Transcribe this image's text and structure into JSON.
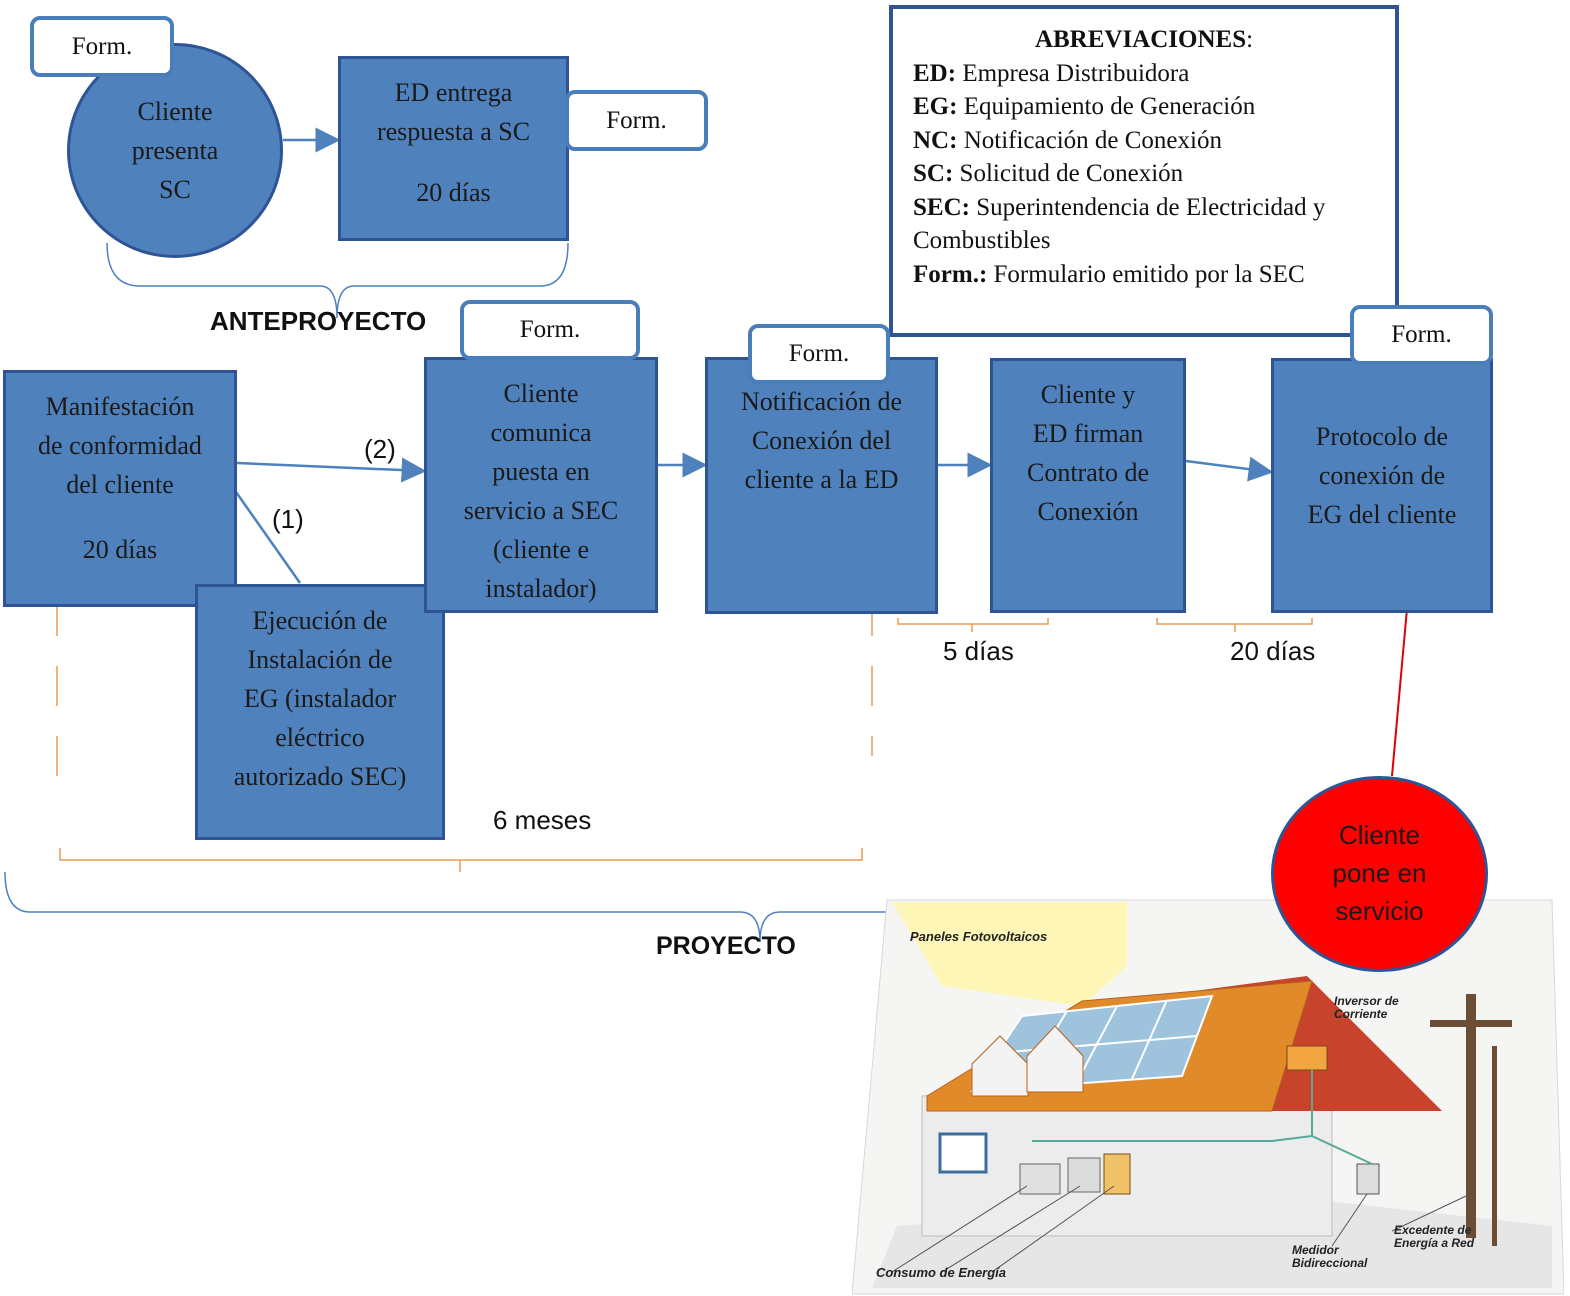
{
  "form_label": "Form.",
  "anteproyecto": {
    "label": "ANTEPROYECTO",
    "circle_text": "Cliente\npresenta\nSC",
    "ed_box_text": "ED entrega\nrespuesta a SC",
    "ed_box_days": "20 días"
  },
  "abreviaciones": {
    "title": "ABREVIACIONES",
    "items": [
      {
        "key": "ED:",
        "value": " Empresa Distribuidora"
      },
      {
        "key": "EG:",
        "value": " Equipamiento de Generación"
      },
      {
        "key": "NC:",
        "value": " Notificación de Conexión"
      },
      {
        "key": "SC:",
        "value": " Solicitud de Conexión"
      },
      {
        "key": "SEC:",
        "value": " Superintendencia de Electricidad y Combustibles"
      },
      {
        "key": "Form.:",
        "value": " Formulario emitido por la SEC"
      }
    ]
  },
  "proyecto": {
    "label": "PROYECTO",
    "manifestacion": "Manifestación\nde conformidad\ndel cliente",
    "manifestacion_days": "20 días",
    "ejecucion": "Ejecución de\nInstalación de\nEG (instalador\neléctrico\nautorizado SEC)",
    "comunica": "Cliente\ncomunica\npuesta en\nservicio a SEC\n(cliente e\ninstalador)",
    "notificacion": "Notificación de\nConexión del\ncliente a la ED",
    "contrato": "Cliente y\nED firman\nContrato de\nConexión",
    "protocolo": "Protocolo de\nconexión de\nEG del cliente",
    "arrow_1": "(1)",
    "arrow_2": "(2)",
    "dias_5": "5 días",
    "dias_20": "20 días",
    "meses_6": "6 meses",
    "pone_servicio": "Cliente\npone en\nservicio"
  },
  "house": {
    "paneles": "Paneles Fotovoltaicos",
    "inversor": "Inversor de\nCorriente",
    "excedente": "Excedente de\nEnergía a Red",
    "medidor": "Medidor\nBidireccional",
    "consumo": "Consumo de Energía"
  },
  "colors": {
    "box_fill": "#4f81bd",
    "box_border": "#2f5496",
    "bracket": "#ed9b52",
    "red_circle": "#ff0000"
  }
}
